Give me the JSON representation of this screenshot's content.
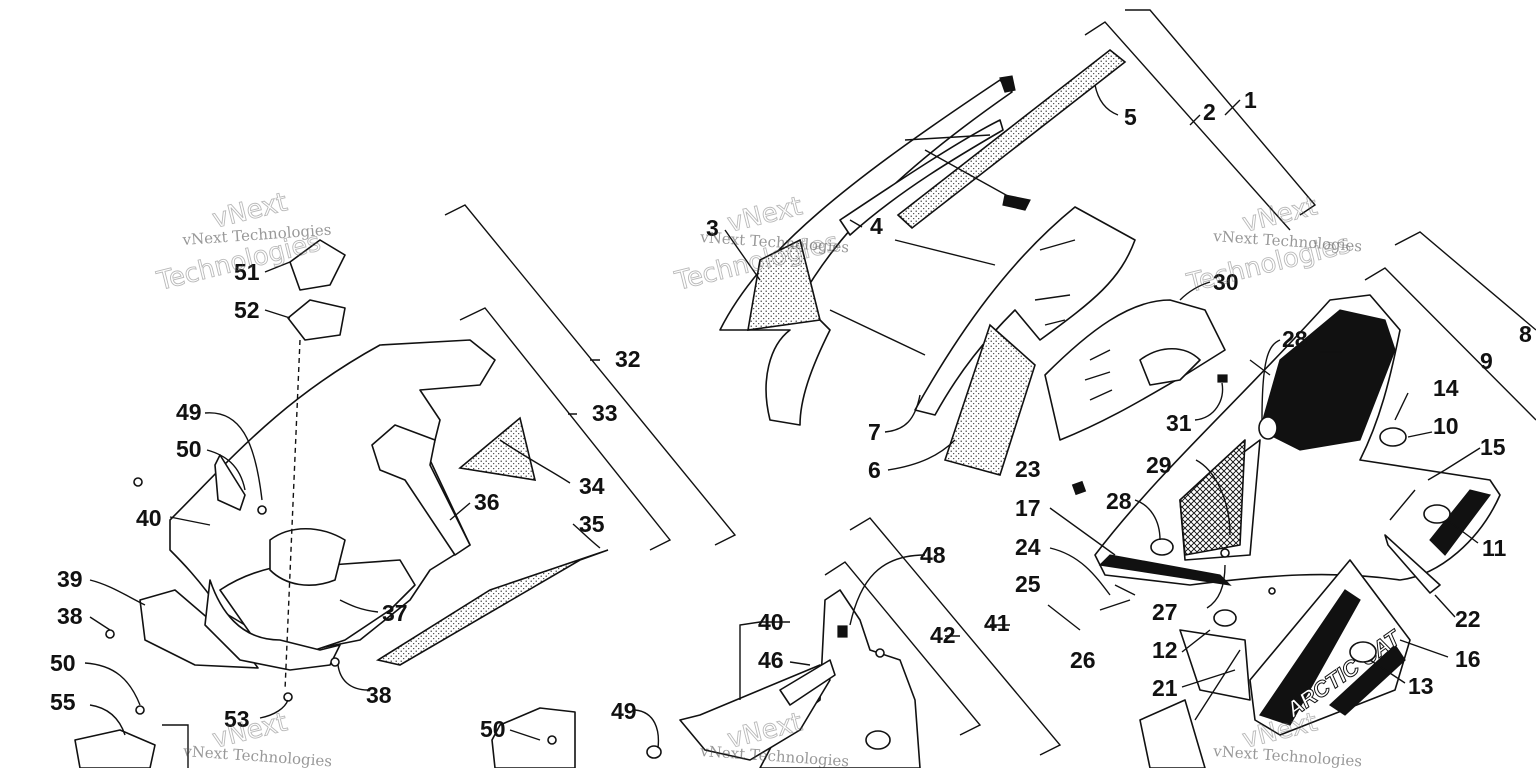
{
  "watermark": {
    "line1": "vNext Technologies",
    "outline_word1": "vNext",
    "outline_word2": "Technologies"
  },
  "brand_text": "ARCTIC CAT",
  "callouts": [
    "1",
    "2",
    "3",
    "4",
    "5",
    "6",
    "7",
    "8",
    "9",
    "10",
    "11",
    "12",
    "13",
    "14",
    "15",
    "16",
    "17",
    "21",
    "22",
    "23",
    "24",
    "25",
    "26",
    "27",
    "28",
    "28",
    "29",
    "30",
    "31",
    "32",
    "33",
    "34",
    "35",
    "36",
    "37",
    "38",
    "38",
    "39",
    "40",
    "40",
    "41",
    "42",
    "46",
    "48",
    "49",
    "49",
    "50",
    "50",
    "50",
    "51",
    "52",
    "53",
    "55"
  ]
}
